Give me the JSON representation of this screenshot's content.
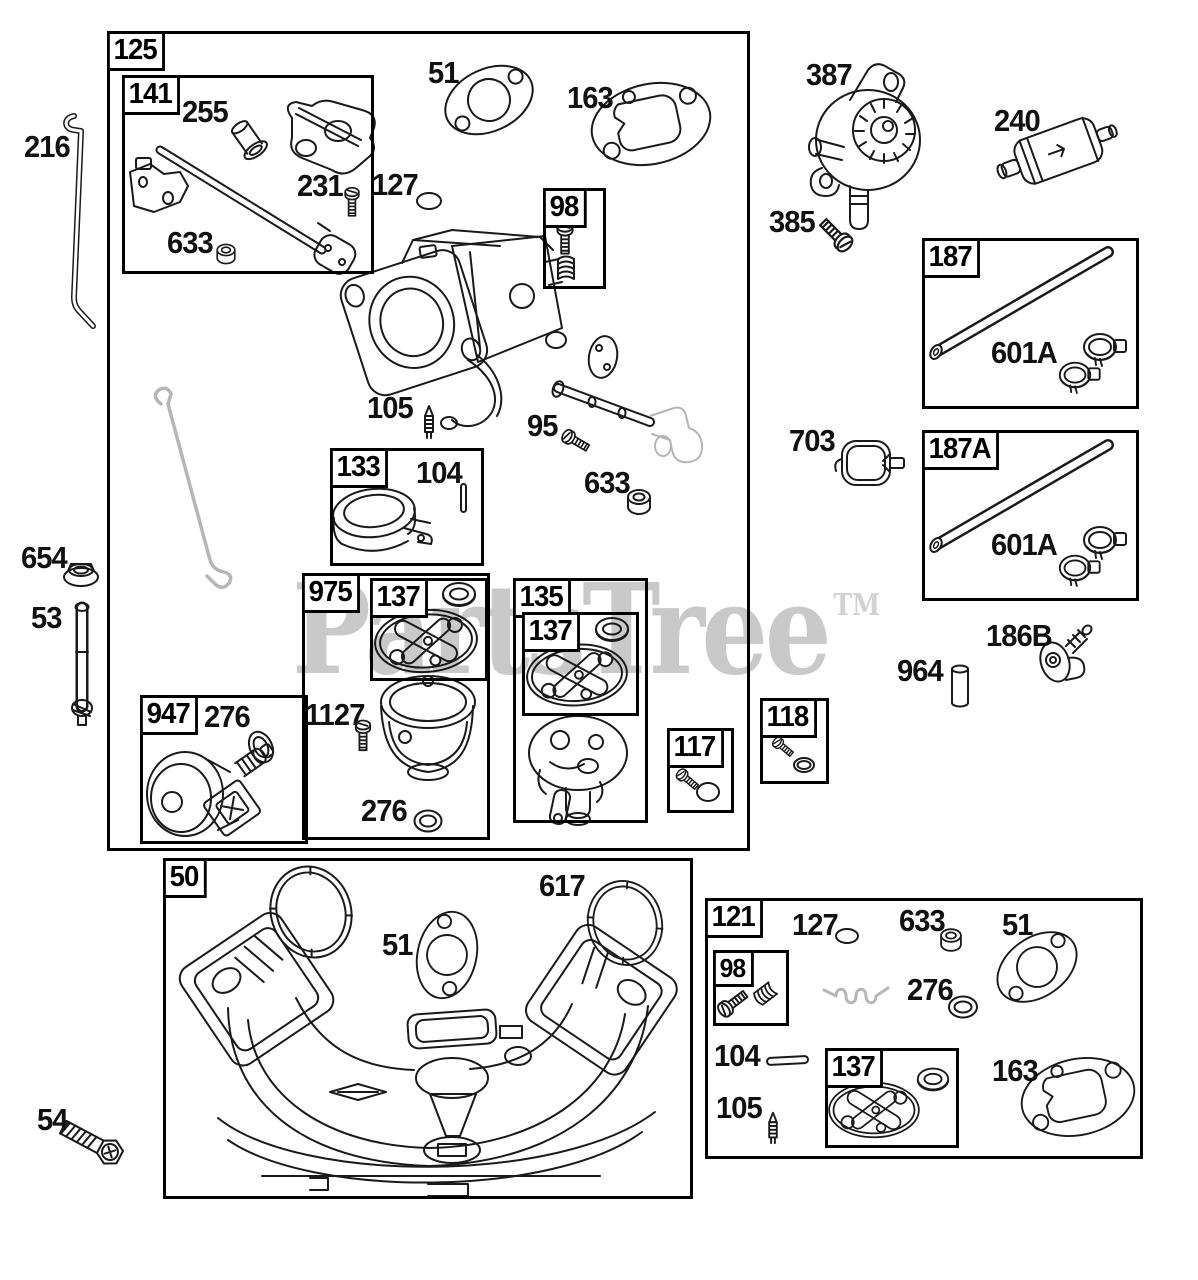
{
  "watermark": {
    "text": "PartsTree",
    "tm": "TM"
  },
  "boxes": {
    "b125": {
      "label": "125"
    },
    "b141": {
      "label": "141"
    },
    "b98a": {
      "label": "98"
    },
    "b187": {
      "label": "187"
    },
    "b187a": {
      "label": "187A"
    },
    "b133": {
      "label": "133"
    },
    "b947": {
      "label": "947"
    },
    "b975": {
      "label": "975"
    },
    "b137a": {
      "label": "137"
    },
    "b135": {
      "label": "135"
    },
    "b137b": {
      "label": "137"
    },
    "b117": {
      "label": "117"
    },
    "b118": {
      "label": "118"
    },
    "b50": {
      "label": "50"
    },
    "b121": {
      "label": "121"
    },
    "b98b": {
      "label": "98"
    },
    "b137c": {
      "label": "137"
    }
  },
  "callouts": {
    "c216": "216",
    "c255": "255",
    "c231": "231",
    "c633a": "633",
    "c51a": "51",
    "c163a": "163",
    "c127a": "127",
    "c387": "387",
    "c240": "240",
    "c385": "385",
    "c601a1": "601A",
    "c703": "703",
    "c601a2": "601A",
    "c105a": "105",
    "c95": "95",
    "c633b": "633",
    "c104a": "104",
    "c654": "654",
    "c53": "53",
    "c276a": "276",
    "c1127": "1127",
    "c276b": "276",
    "c964": "964",
    "c186b": "186B",
    "c617": "617",
    "c51b": "51",
    "c54": "54",
    "c127b": "127",
    "c633c": "633",
    "c51c": "51",
    "c276c": "276",
    "c104b": "104",
    "c105b": "105",
    "c163b": "163"
  }
}
